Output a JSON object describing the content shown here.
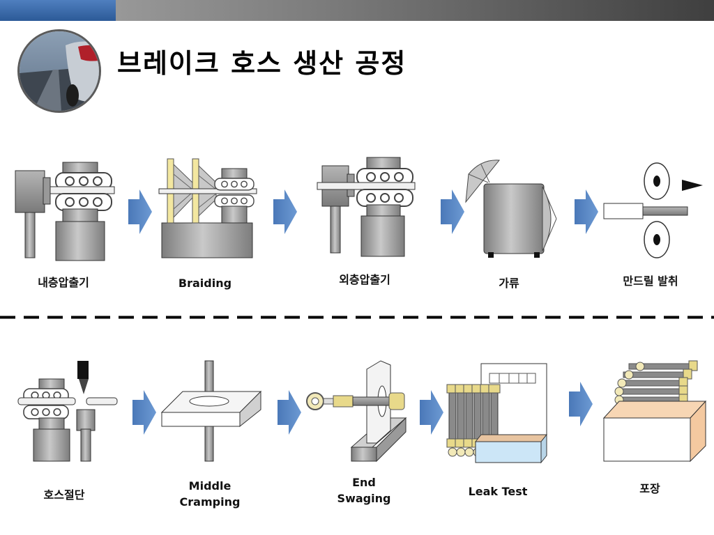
{
  "slide": {
    "title": "브레이크 호스 생산 공정"
  },
  "colors": {
    "arrow": "#4f81bd",
    "metal_gray": "#9a9a9a",
    "gold": "#e8d98a",
    "box_wood": "#f4c9a0",
    "leak_tray": "#cce6f7",
    "divider": "#000000",
    "topbar_blue": "#2c5a97"
  },
  "process": {
    "row1": [
      {
        "label": "내층압출기",
        "icon": "inner-extruder-icon"
      },
      {
        "label": "Braiding",
        "icon": "braiding-machine-icon"
      },
      {
        "label": "외층압출기",
        "icon": "outer-extruder-icon"
      },
      {
        "label": "가류",
        "icon": "vulcanizer-icon"
      },
      {
        "label": "만드릴 발취",
        "icon": "mandrel-extraction-icon"
      }
    ],
    "row2": [
      {
        "label": "호스절단",
        "icon": "hose-cutting-icon"
      },
      {
        "label_line1": "Middle",
        "label_line2": "Cramping",
        "icon": "middle-crimping-icon"
      },
      {
        "label_line1": "End",
        "label_line2": "Swaging",
        "icon": "end-swaging-icon"
      },
      {
        "label": "Leak Test",
        "icon": "leak-test-icon"
      },
      {
        "label": "포장",
        "icon": "packaging-icon"
      }
    ]
  }
}
